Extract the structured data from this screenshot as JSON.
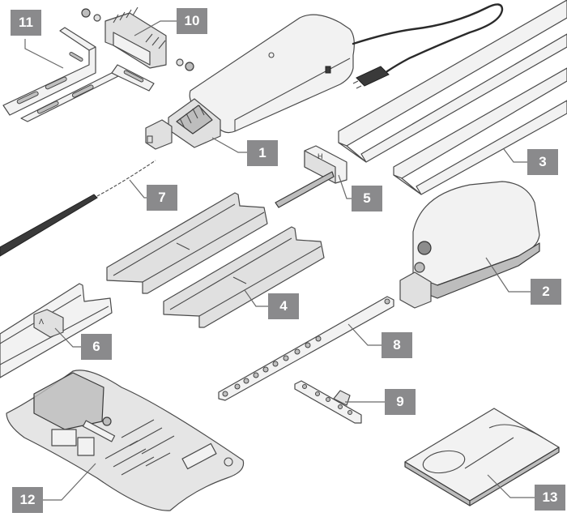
{
  "diagram": {
    "type": "exploded parts overview",
    "parts": [
      {
        "number": "1",
        "name": "motor-unit"
      },
      {
        "number": "2",
        "name": "control-unit"
      },
      {
        "number": "3",
        "name": "rail-long"
      },
      {
        "number": "4",
        "name": "rail-short"
      },
      {
        "number": "5",
        "name": "limit-switch-block"
      },
      {
        "number": "6",
        "name": "rail-connector-slider"
      },
      {
        "number": "7",
        "name": "chain"
      },
      {
        "number": "8",
        "name": "perforated-arm"
      },
      {
        "number": "9",
        "name": "door-bracket"
      },
      {
        "number": "10",
        "name": "ceiling-bracket"
      },
      {
        "number": "11",
        "name": "angle-brackets"
      },
      {
        "number": "12",
        "name": "hardware-bag"
      },
      {
        "number": "13",
        "name": "instruction-manual"
      }
    ],
    "label_color": "#8a8a8c",
    "label_text_color": "#ffffff",
    "line_color": "#4a4a4a"
  }
}
